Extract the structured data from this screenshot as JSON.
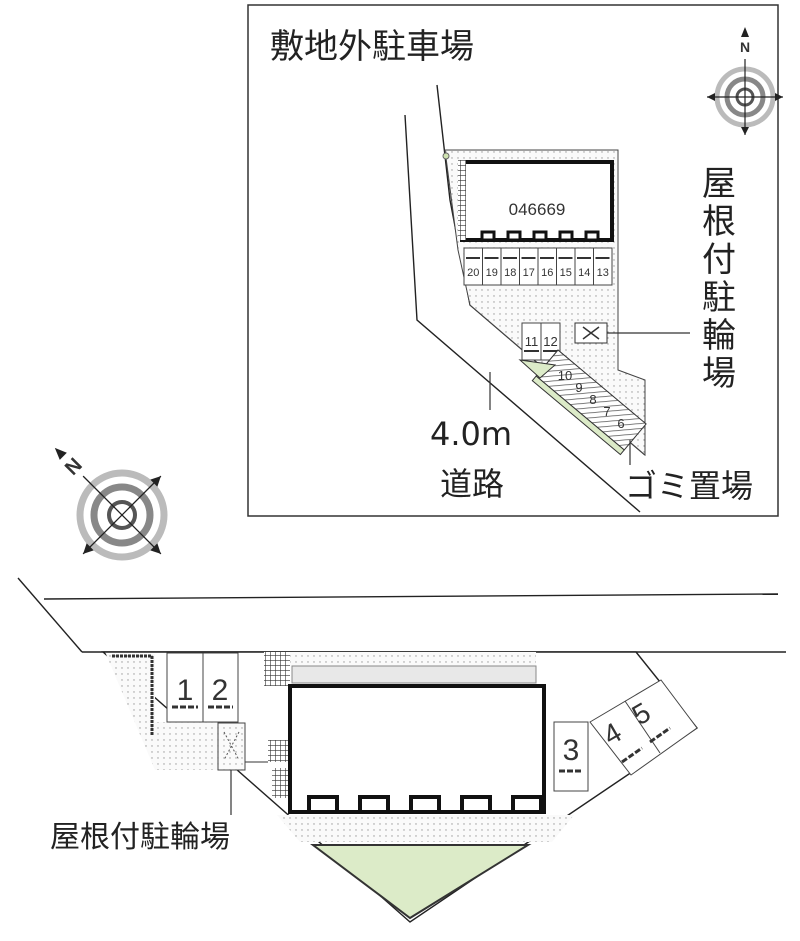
{
  "inset": {
    "offsite_parking_label": "敷地外駐車場",
    "building_code": "046669",
    "covered_bike_parking_label": [
      "屋",
      "根",
      "付",
      "駐",
      "輪",
      "場"
    ],
    "road_width": "4.0m",
    "road_label": "道路",
    "garbage_area_label": "ゴミ置場",
    "bike_slots_row": [
      "20",
      "19",
      "18",
      "17",
      "16",
      "15",
      "14",
      "13"
    ],
    "bike_slots_pair": [
      "11",
      "12"
    ],
    "bike_slots_diagonal": [
      "10",
      "9",
      "8",
      "7",
      "6"
    ],
    "compass_label": "N"
  },
  "site": {
    "parking_slots": [
      "1",
      "2",
      "3",
      "4",
      "5"
    ],
    "covered_bike_parking_label": "屋根付駐輪場",
    "compass_label": "N"
  },
  "colors": {
    "line": "#222222",
    "green": "#dcebc8",
    "dots": "#e8e8e8",
    "gray": "#bbbbbb"
  }
}
